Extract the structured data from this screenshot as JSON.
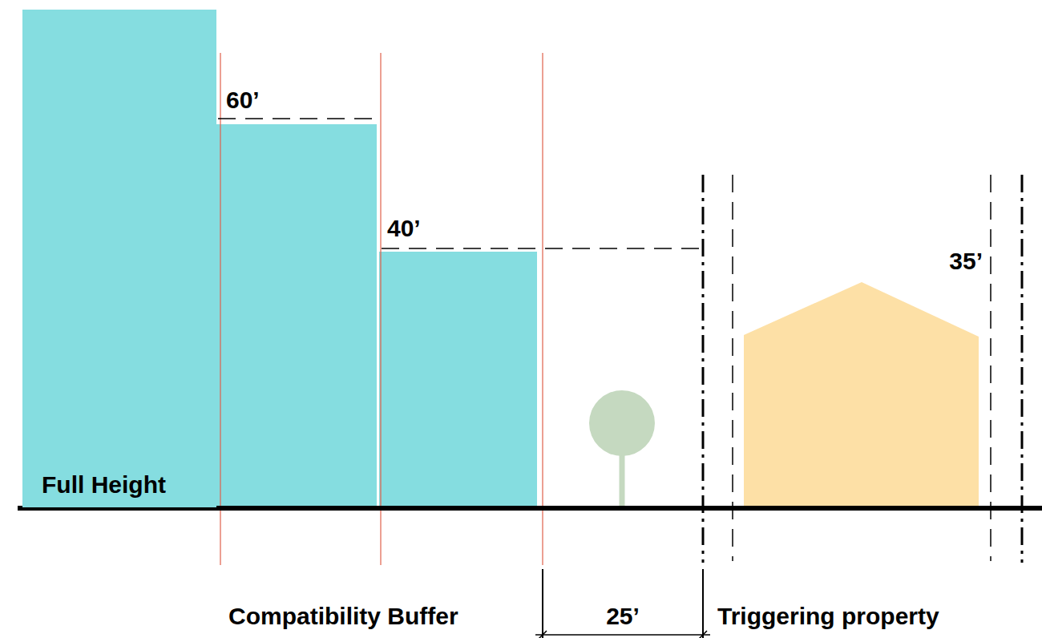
{
  "diagram": {
    "nodes": [
      {
        "text": [
          "Full Height"
        ]
      }
    ],
    "labels": [
      "60’",
      "40’",
      "35’",
      "Compatibility Buffer",
      "25’",
      "Triggering property"
    ]
  }
}
